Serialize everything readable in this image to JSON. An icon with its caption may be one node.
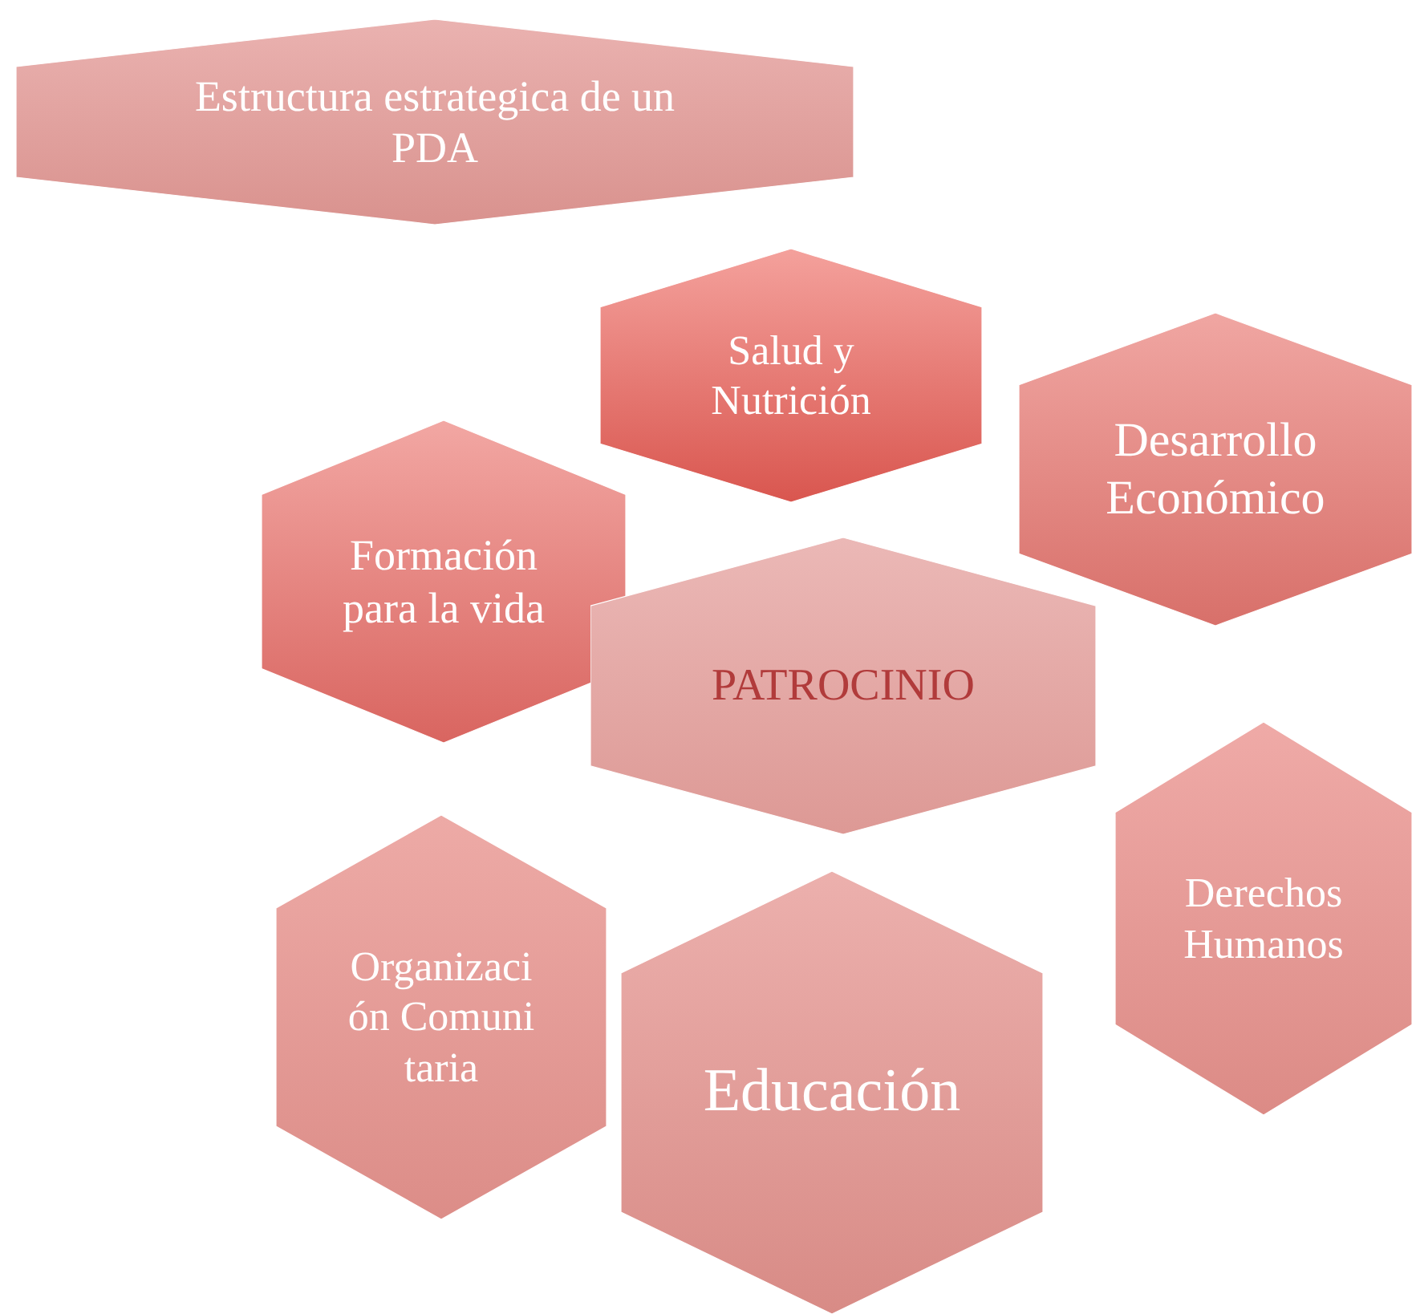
{
  "diagram": {
    "title": "Estructura estrategica de un PDA",
    "nodes": [
      {
        "text": [
          "Salud y Nutrición"
        ]
      },
      {
        "text": [
          "Desarrollo Económico"
        ]
      },
      {
        "text": [
          "Formación para la vida"
        ]
      },
      {
        "text": [
          "PATROCINIO"
        ]
      },
      {
        "text": [
          "Derechos Humanos"
        ]
      },
      {
        "text": [
          "Organización Comunitaria"
        ]
      },
      {
        "text": [
          "Educación"
        ]
      }
    ]
  }
}
